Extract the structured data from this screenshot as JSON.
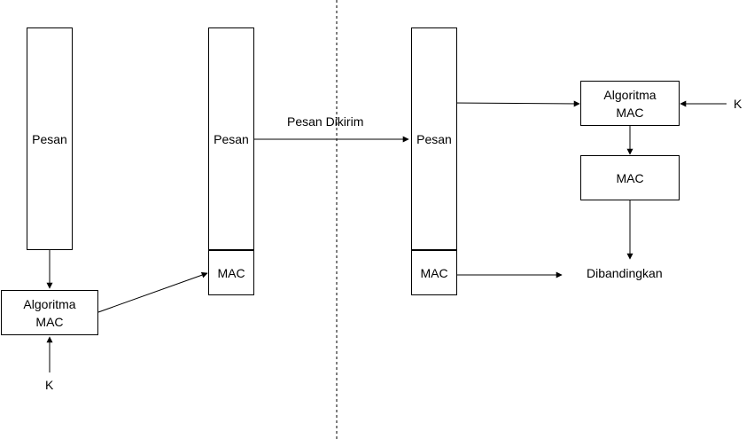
{
  "sender": {
    "message_label": "Pesan",
    "algorithm_label": "Algoritma\nMAC",
    "key_label": "K"
  },
  "transmitted": {
    "message_label": "Pesan",
    "mac_label": "MAC"
  },
  "channel": {
    "label": "Pesan Dikirim"
  },
  "receiver": {
    "message_label": "Pesan",
    "mac_label": "MAC",
    "algorithm_label": "Algoritma\nMAC",
    "computed_mac_label": "MAC",
    "key_label": "K",
    "compare_label": "Dibandingkan"
  },
  "colors": {
    "line": "#000000",
    "box_border": "#000000",
    "background": "#ffffff"
  }
}
